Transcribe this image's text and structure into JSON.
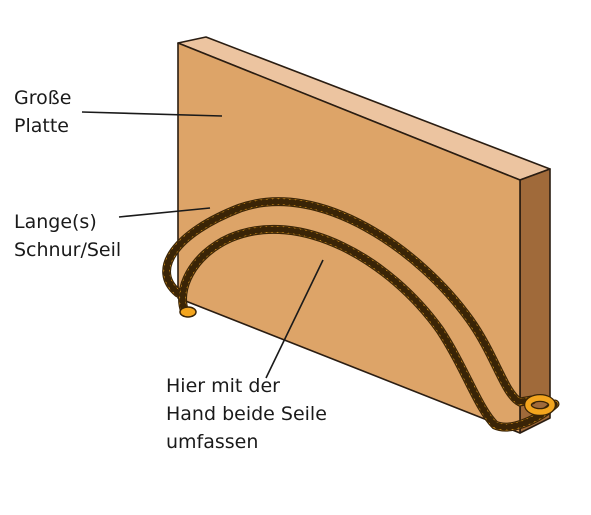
{
  "labels": {
    "plate": [
      "Große",
      "Platte"
    ],
    "rope": [
      "Lange(s)",
      "Schnur/Seil"
    ],
    "hand": [
      "Hier mit der",
      "Hand beide Seile",
      "umfassen"
    ]
  },
  "colors": {
    "board_front": "#DDA468",
    "board_top": "#ECC4A0",
    "board_side": "#A06A3A",
    "board_outline": "#2a1d12",
    "rope_fill": "#F3A51E",
    "rope_stroke": "#3a2406",
    "leader_line": "#1a1a1a"
  }
}
